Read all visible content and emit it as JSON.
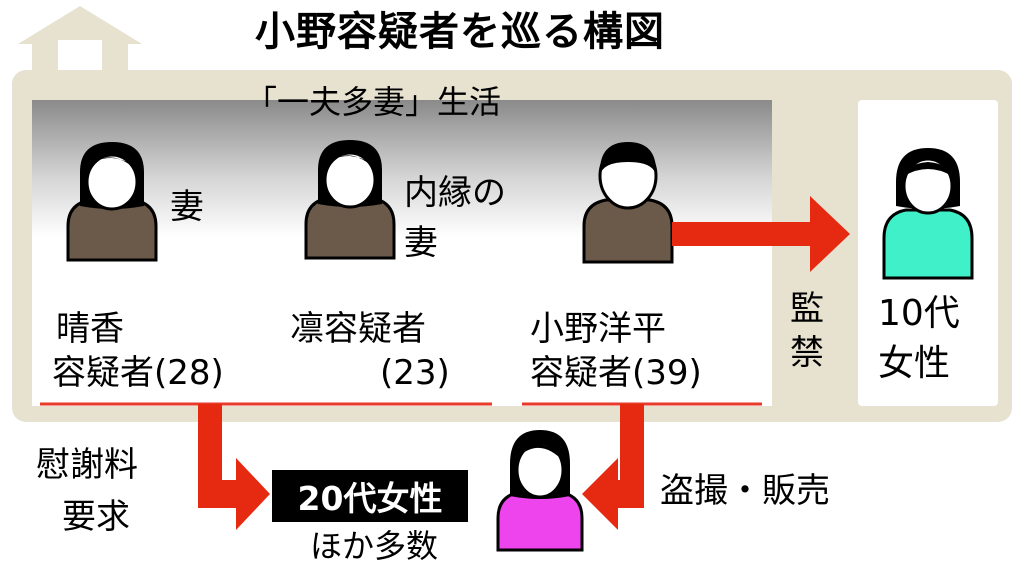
{
  "title": "小野容疑者を巡る構図",
  "household_label": "「一夫多妻」生活",
  "people": {
    "haruka": {
      "relation": "妻",
      "name_line1": "晴香",
      "name_line2": "容疑者(28)"
    },
    "rin": {
      "relation_line1": "内縁の",
      "relation_line2": "妻",
      "name_line1": "凛容疑者",
      "name_line2": "(23)"
    },
    "ono": {
      "name_line1": "小野洋平",
      "name_line2": "容疑者(39)"
    },
    "teen": {
      "name_line1": "10代",
      "name_line2": "女性"
    },
    "twenties": {
      "label": "20代女性",
      "sub": "ほか多数"
    }
  },
  "arrows": {
    "confinement": {
      "line1": "監",
      "line2": "禁"
    },
    "compensation": {
      "line1": "慰謝料",
      "line2": "要求"
    },
    "voyeurism": {
      "label": "盗撮・販売"
    }
  },
  "colors": {
    "brown_person": "#6b5a4a",
    "teal_person": "#3ff0c8",
    "pink_person": "#ee44ee",
    "arrow_red": "#e62a12",
    "frame_beige": "#e6e2cf",
    "underline_red": "#e83a28"
  }
}
